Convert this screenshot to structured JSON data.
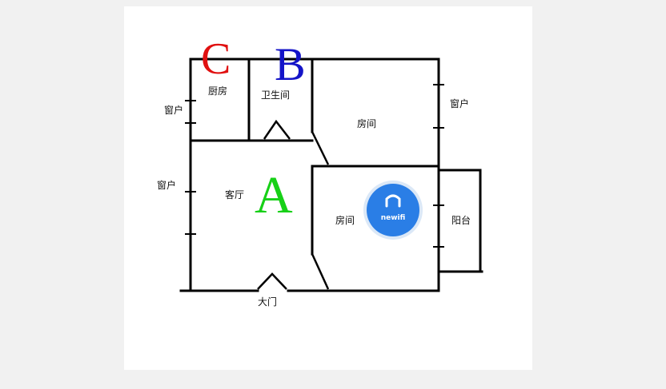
{
  "zones": {
    "A": {
      "label": "A",
      "color": "#17d017"
    },
    "B": {
      "label": "B",
      "color": "#1414c8"
    },
    "C": {
      "label": "C",
      "color": "#e01010"
    }
  },
  "rooms": {
    "kitchen": "厨房",
    "bathroom": "卫生间",
    "bedroom_top": "房间",
    "bedroom_bottom": "房间",
    "living_room": "客厅",
    "balcony": "阳台",
    "front_door": "大门"
  },
  "windows": {
    "left_upper": "窗户",
    "left_lower": "窗户",
    "right_upper": "窗户"
  },
  "router": {
    "brand": "newifi",
    "color": "#2a7ee6"
  },
  "colors": {
    "wall": "#000000",
    "paper": "#ffffff"
  }
}
